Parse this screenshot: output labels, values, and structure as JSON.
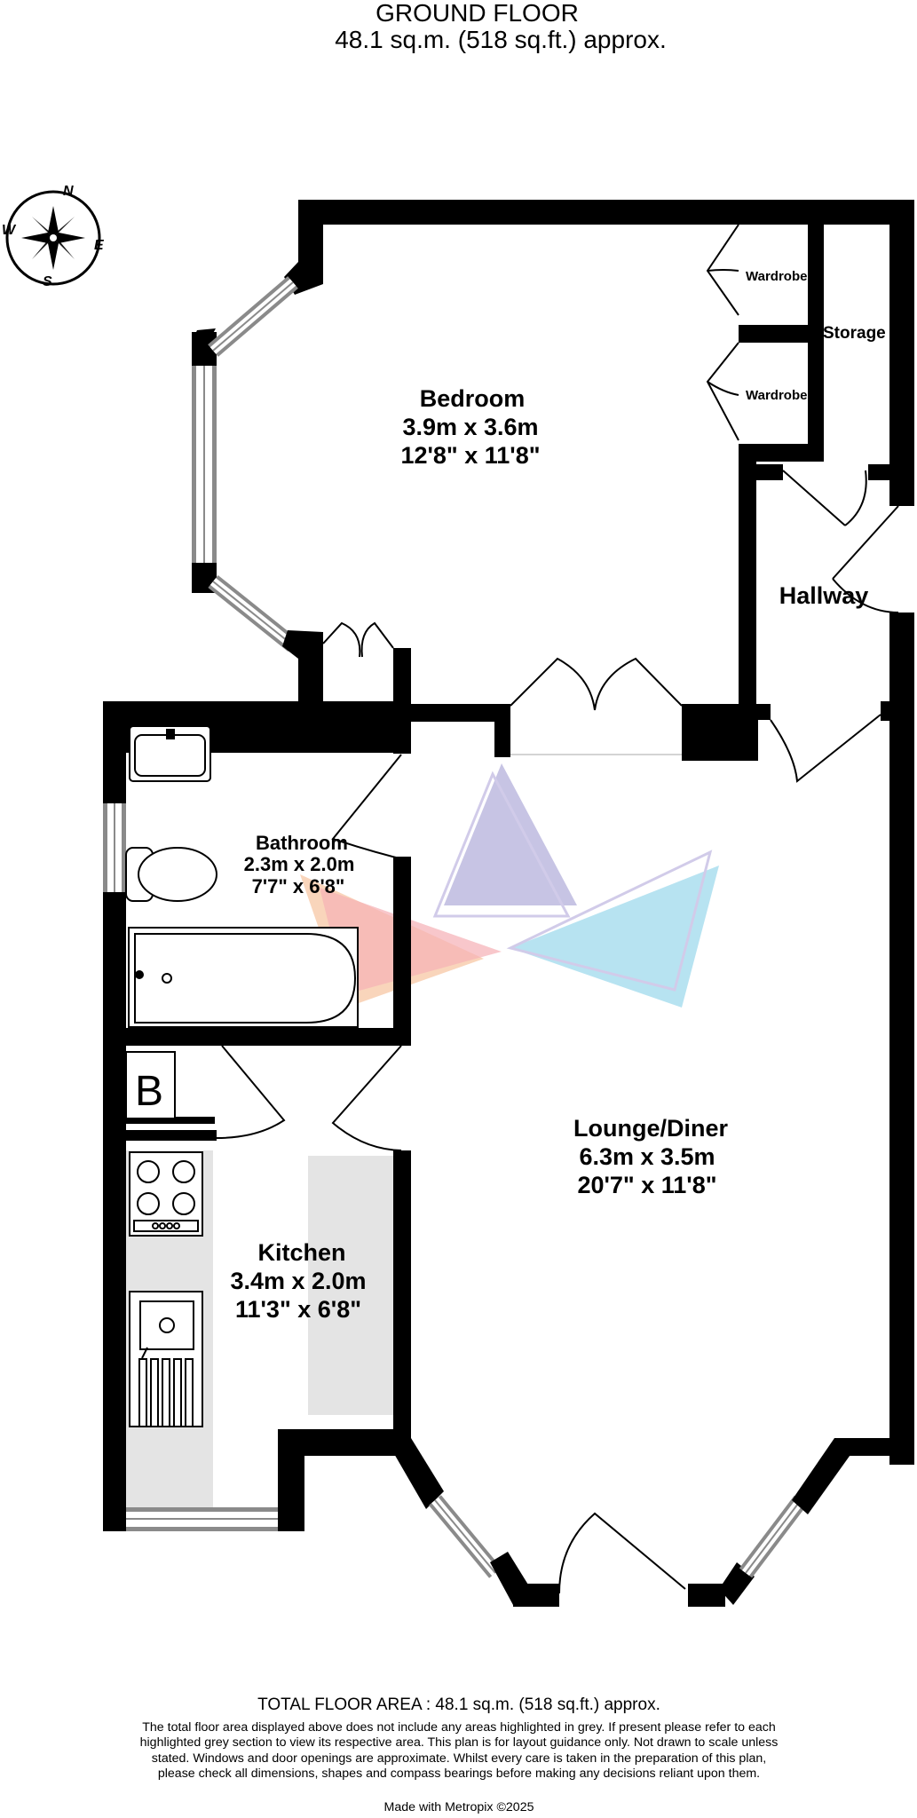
{
  "header": {
    "title": "GROUND FLOOR",
    "area": "48.1 sq.m. (518 sq.ft.) approx."
  },
  "compass": {
    "north": "N",
    "south": "S",
    "east": "E",
    "west": "W"
  },
  "rooms": {
    "bedroom": {
      "name": "Bedroom",
      "metric": "3.9m  x 3.6m",
      "imperial": "12'8\"  x 11'8\""
    },
    "bathroom": {
      "name": "Bathroom",
      "metric": "2.3m  x 2.0m",
      "imperial": "7'7\"  x 6'8\""
    },
    "lounge": {
      "name": "Lounge/Diner",
      "metric": "6.3m  x 3.5m",
      "imperial": "20'7\"  x 11'8\""
    },
    "kitchen": {
      "name": "Kitchen",
      "metric": "3.4m  x 2.0m",
      "imperial": "11'3\"  x 6'8\""
    },
    "hallway": {
      "name": "Hallway"
    },
    "storage": {
      "name": "Storage"
    },
    "wardrobe_top": {
      "name": "Wardrobe"
    },
    "wardrobe_bottom": {
      "name": "Wardrobe"
    },
    "boiler": {
      "name": "B"
    }
  },
  "footer": {
    "total": "TOTAL FLOOR AREA : 48.1 sq.m. (518 sq.ft.) approx.",
    "disclaimer": "The total floor area displayed above does not include any areas highlighted in grey. If present please refer to each highlighted grey section to view its respective area. This plan is for layout guidance only. Not drawn to scale unless stated. Windows and door openings are approximate. Whilst every care is taken in the preparation of this plan, please check all dimensions, shapes and compass bearings before making any decisions reliant upon them.",
    "credit": "Made with Metropix ©2025"
  },
  "colors": {
    "wall": "#000000",
    "grey_area": "#e4e4e4",
    "window_frame": "#8a8a8a",
    "logo_orange": "#f6b98e",
    "logo_pink": "#f4a3a8",
    "logo_purple": "#a7a3d6",
    "logo_blue": "#8fd3ea"
  }
}
